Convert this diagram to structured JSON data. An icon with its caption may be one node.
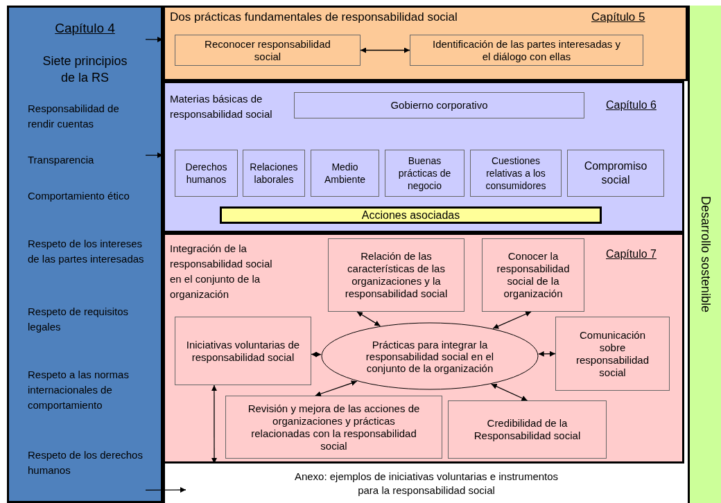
{
  "diagram": {
    "nodes": [
      {
        "text": [
          "Capítulo 4",
          "Siete principios de la RS",
          "Responsabilidad de rendir cuentas",
          "Transparencia",
          "Comportamiento ético",
          "Respeto de los intereses de las partes interesadas",
          "Respeto de requisitos legales",
          "Respeto a las normas internacionales de comportamiento",
          "Respeto de los derechos humanos"
        ]
      },
      {
        "text": [
          "Dos prácticas fundamentales de responsabilidad social",
          "Capítulo 5"
        ]
      },
      {
        "text": [
          "Reconocer responsabilidad social"
        ],
        "in": 1
      },
      {
        "text": [
          "Identificación de las partes interesadas y el diálogo con ellas"
        ],
        "in": 1
      },
      {
        "text": [
          "Materias básicas de responsabilidad social",
          "Capítulo 6"
        ]
      },
      {
        "text": [
          "Gobierno corporativo"
        ],
        "in": 4
      },
      {
        "text": [
          "Derechos humanos"
        ],
        "in": 4
      },
      {
        "text": [
          "Relaciones laborales"
        ],
        "in": 4
      },
      {
        "text": [
          "Medio Ambiente"
        ],
        "in": 4
      },
      {
        "text": [
          "Buenas prácticas de negocio"
        ],
        "in": 4
      },
      {
        "text": [
          "Cuestiones relativas a los consumidores"
        ],
        "in": 4
      },
      {
        "text": [
          "Compromiso social"
        ],
        "in": 4
      },
      {
        "text": [
          "Acciones asociadas"
        ],
        "in": 4
      },
      {
        "text": [
          "Integración de la responsabilidad social en el conjunto de la organización",
          "Capítulo 7"
        ]
      },
      {
        "text": [
          "Relación de las características de las organizaciones y la responsabilidad social"
        ],
        "in": 13
      },
      {
        "text": [
          "Conocer la responsabilidad social de la organización"
        ],
        "in": 13
      },
      {
        "text": [
          "Iniciativas voluntarias de responsabilidad social"
        ],
        "in": 13
      },
      {
        "text": [
          "Prácticas para integrar la responsabilidad social en el conjunto de la organización"
        ],
        "in": 13
      },
      {
        "text": [
          "Comunicación sobre responsabilidad social"
        ],
        "in": 13
      },
      {
        "text": [
          "Revisión y mejora de las acciones de organizaciones y prácticas relacionadas con la responsabilidad social"
        ],
        "in": 13
      },
      {
        "text": [
          "Credibilidad de la Responsabilidad social"
        ],
        "in": 13
      },
      {
        "text": [
          "Anexo: ejemplos de iniciativas voluntarias e instrumentos para la responsabilidad social"
        ]
      },
      {
        "text": [
          "Desarrollo sostenible"
        ]
      }
    ],
    "edges": [
      {
        "from": 0,
        "to": 1,
        "arrow": "to"
      },
      {
        "from": 0,
        "to": 4,
        "arrow": "to"
      },
      {
        "from": 0,
        "to": 21,
        "arrow": "to"
      },
      {
        "from": 2,
        "to": 3,
        "arrow": "both"
      },
      {
        "from": 17,
        "to": 14,
        "arrow": "both"
      },
      {
        "from": 17,
        "to": 15,
        "arrow": "both"
      },
      {
        "from": 17,
        "to": 16,
        "arrow": "both"
      },
      {
        "from": 17,
        "to": 18,
        "arrow": "both"
      },
      {
        "from": 17,
        "to": 19,
        "arrow": "both"
      },
      {
        "from": 17,
        "to": 20,
        "arrow": "both"
      },
      {
        "from": 16,
        "to": 21,
        "arrow": "both"
      }
    ]
  }
}
